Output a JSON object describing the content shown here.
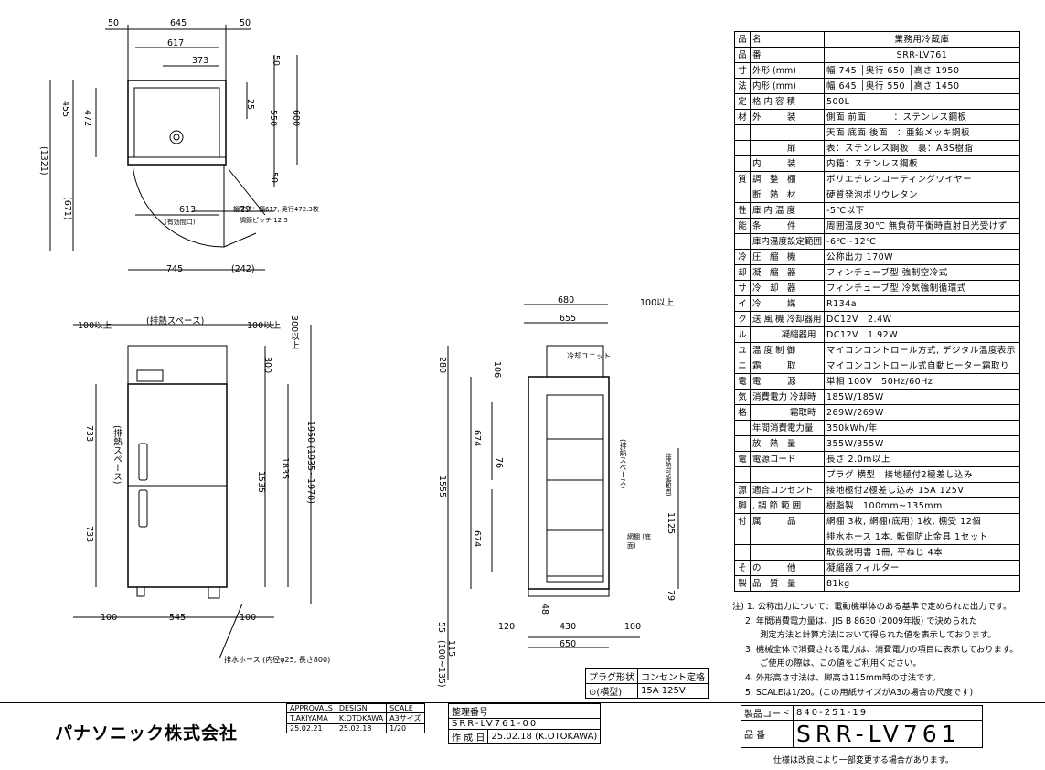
{
  "drawing": {
    "top_view": {
      "dims": [
        "50",
        "645",
        "50",
        "617",
        "373",
        "50",
        "25",
        "455",
        "472",
        "550",
        "600",
        "50",
        "(1321)",
        "(671)",
        "613",
        "79",
        "(有効間口)",
        "745",
        "(242)"
      ],
      "shelf_note_1": "棚寸法：幅617, 奥行472.3枚",
      "shelf_note_2": "調節ピッチ 12.5"
    },
    "front_view": {
      "dims": [
        "100以上",
        "(排熱スペース)",
        "100以上",
        "300以上",
        "300",
        "733",
        "(排熱スペース)",
        "1535",
        "1835",
        "1950 (1935~1970)",
        "733",
        "100",
        "545",
        "100"
      ],
      "hose_note": "排水ホース (内径φ25, 長さ800)",
      "footer_dims": [
        "55",
        "115 (100~135)"
      ]
    },
    "side_view": {
      "dims": [
        "680",
        "100以上",
        "655",
        "280",
        "106",
        "674",
        "76",
        "1555",
        "674",
        "冷却ユニット",
        "(排熱スペース)",
        "(排熱可能範囲)",
        "1125",
        "網棚 (底面)",
        "48",
        "120",
        "430",
        "100",
        "650",
        "79"
      ],
      "unit_label": "冷却ユニット"
    }
  },
  "spec_table": [
    {
      "cat": "品",
      "lab": "名",
      "val": "業務用冷蔵庫",
      "center": true
    },
    {
      "cat": "品",
      "lab": "番",
      "val": "SRR-LV761",
      "center": true
    },
    {
      "cat": "寸",
      "lab": "外形 (mm)",
      "val": "幅 745 │奥行 650 │高さ 1950"
    },
    {
      "cat": "法",
      "lab": "内形 (mm)",
      "val": "幅 645 │奥行 550 │高さ 1450"
    },
    {
      "cat": "定",
      "lab": "格 内 容 積",
      "val": "500L"
    },
    {
      "cat": "材",
      "lab": "外　　　装",
      "val": "側面 前面　　　：ステンレス鋼板"
    },
    {
      "cat": "",
      "lab": "",
      "val": "天面 底面 後面　：亜鉛メッキ鋼板"
    },
    {
      "cat": "",
      "lab": "　　　　扉",
      "val": "表：ステンレス鋼板　裏：ABS樹脂"
    },
    {
      "cat": "",
      "lab": "内　　　装",
      "val": "内箱：ステンレス鋼板"
    },
    {
      "cat": "質",
      "lab": "調　整　棚",
      "val": "ポリエチレンコーティングワイヤー"
    },
    {
      "cat": "",
      "lab": "断　熱　材",
      "val": "硬質発泡ポリウレタン"
    },
    {
      "cat": "性",
      "lab": "庫 内 温 度",
      "val": "-5℃以下"
    },
    {
      "cat": "能",
      "lab": "条　　　件",
      "val": "周囲温度30℃ 無負荷平衡時直射日光受けず"
    },
    {
      "cat": "",
      "lab": "庫内温度設定範囲",
      "val": "-6℃~12℃"
    },
    {
      "cat": "冷",
      "lab": "圧　縮　機",
      "val": "公称出力 170W"
    },
    {
      "cat": "却",
      "lab": "凝　縮　器",
      "val": "フィンチューブ型 強制空冷式"
    },
    {
      "cat": "サ",
      "lab": "冷　却　器",
      "val": "フィンチューブ型 冷気強制循環式"
    },
    {
      "cat": "イ",
      "lab": "冷　　　媒",
      "val": "R134a"
    },
    {
      "cat": "ク",
      "lab": "送 風 機 冷却器用",
      "val": "DC12V　2.4W"
    },
    {
      "cat": "ル",
      "lab": "　　　 凝縮器用",
      "val": "DC12V　1.92W"
    },
    {
      "cat": "ユ",
      "lab": "温 度 制 御",
      "val": "マイコンコントロール方式, デジタル温度表示"
    },
    {
      "cat": "ニ",
      "lab": "霜　　　取",
      "val": "マイコンコントロール式自動ヒーター霜取り"
    },
    {
      "cat": "電",
      "lab": "電　　　源",
      "val": "単相 100V　50Hz/60Hz"
    },
    {
      "cat": "気",
      "lab": "消費電力 冷却時",
      "val": "185W/185W"
    },
    {
      "cat": "格",
      "lab": "　　　　 霜取時",
      "val": "269W/269W"
    },
    {
      "cat": "",
      "lab": "年間消費電力量",
      "val": "350kWh/年"
    },
    {
      "cat": "",
      "lab": "放　熱　量",
      "val": "355W/355W"
    },
    {
      "cat": "電",
      "lab": "電源コード",
      "val": "長さ 2.0m以上"
    },
    {
      "cat": "",
      "lab": "",
      "val": "プラグ 横型　接地極付2極差し込み"
    },
    {
      "cat": "源",
      "lab": "適合コンセント",
      "val": "接地極付2極差し込み 15A 125V"
    },
    {
      "cat": "脚",
      "lab": ", 調 節 範 囲",
      "val": "樹脂製　100mm~135mm"
    },
    {
      "cat": "付",
      "lab": "属　　　品",
      "val": "網棚 3枚, 網棚(底用) 1枚, 棚受 12個"
    },
    {
      "cat": "",
      "lab": "",
      "val": "排水ホース 1本, 転倒防止金具 1セット"
    },
    {
      "cat": "",
      "lab": "",
      "val": "取扱説明書 1冊, 平ねじ 4本"
    },
    {
      "cat": "そ",
      "lab": "の　　　他",
      "val": "凝縮器フィルター"
    },
    {
      "cat": "製",
      "lab": "品　質　量",
      "val": "81kg"
    }
  ],
  "notes": [
    "注) 1. 公称出力について：電動機単体のある基準で定められた出力です。",
    "2. 年間消費電力量は、JIS B 8630 (2009年版) で決められた",
    "測定方法と計算方法において得られた値を表示しております。",
    "3. 機械全体で消費される電力は、消費電力の項目に表示しております。",
    "ご使用の際は、この値をご利用ください。",
    "4. 外形高さ寸法は、脚高さ115mm時の寸法です。",
    "5. SCALEは1/20。(この用紙サイズがA3の場合の尺度です)"
  ],
  "plug": {
    "col1": "プラグ形状",
    "col2": "コンセント定格",
    "val1": "(横型)",
    "val2": "15A 125V"
  },
  "title_block": {
    "company": "パナソニック株式会社",
    "approvals_h": "APPROVALS",
    "design_h": "DESIGN",
    "scale_h": "SCALE",
    "approver": "T.AKIYAMA",
    "designer": "K.OTOKAWA",
    "scale_size": "A3サイズ",
    "scale_val": "1/20",
    "approve_date": "25.02.21",
    "design_date": "25.02.18",
    "seiri_label": "整理番号",
    "seiri_val": "SRR-LV761-00",
    "sakusei_label": "作 成 日",
    "sakusei_val": "25.02.18 (K.OTOKAWA)",
    "code_label": "製品コード",
    "code_val": "840-251-19",
    "hinban_label": "品 番",
    "hinban_val": "SRR-LV761",
    "footer": "仕様は改良により一部変更する場合があります。"
  }
}
